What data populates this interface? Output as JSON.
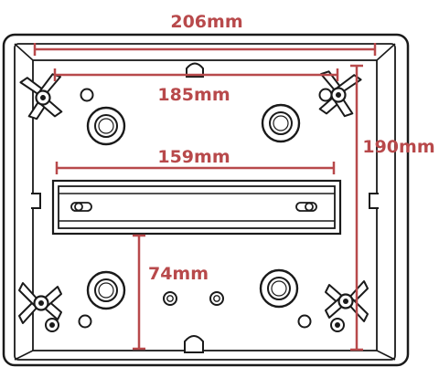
{
  "accent_color": "#b8494b",
  "outline_color": "#1a1a1a",
  "dimensions": {
    "width_outer": "206mm",
    "width_mounting": "185mm",
    "width_rail": "159mm",
    "height_outer": "190mm",
    "height_rail_to_base": "74mm"
  },
  "icons": [
    "wall-plug-icon",
    "screw-boss-icon",
    "din-rail-icon",
    "knockout-notch-icon"
  ]
}
